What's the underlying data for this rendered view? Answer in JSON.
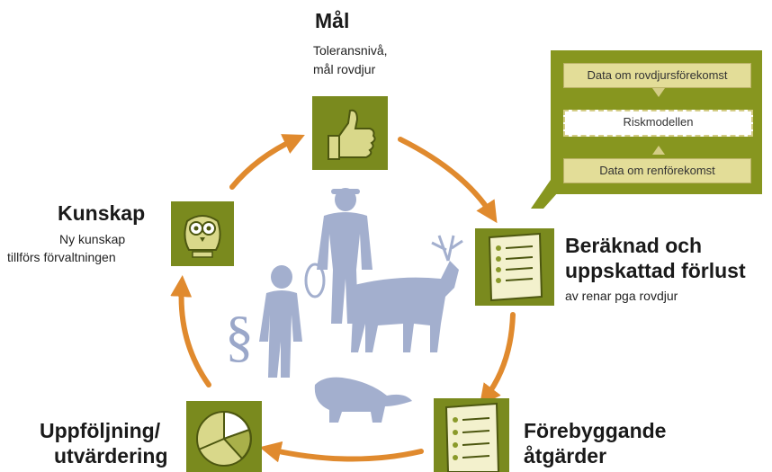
{
  "nodes": {
    "mal": {
      "title": "Mål",
      "sub1": "Toleransnivå,",
      "sub2": "mål rovdjur"
    },
    "kunskap": {
      "title": "Kunskap",
      "sub1": "Ny kunskap",
      "sub2": "tillförs förvaltningen"
    },
    "forlust": {
      "title1": "Beräknad och",
      "title2": "uppskattad förlust",
      "sub": "av renar pga rovdjur"
    },
    "forebyggande": {
      "title1": "Förebyggande",
      "title2": "åtgärder"
    },
    "uppfoljning": {
      "title1": "Uppföljning/",
      "title2": "utvärdering"
    }
  },
  "riskmodel": {
    "top": "Data om rovdjursförekomst",
    "middle": "Riskmodellen",
    "bottom": "Data om renförekomst"
  },
  "symbols": {
    "section": "§"
  },
  "colors": {
    "box_green": "#7a8a1e",
    "panel_green": "#87961f",
    "arrow_orange": "#e08a2e",
    "figure_blue": "#9aa7c9",
    "data_fill": "#e3dd98"
  },
  "icons": [
    "thumbs-up-icon",
    "checklist-icon",
    "pie-chart-icon",
    "owl-icon"
  ]
}
